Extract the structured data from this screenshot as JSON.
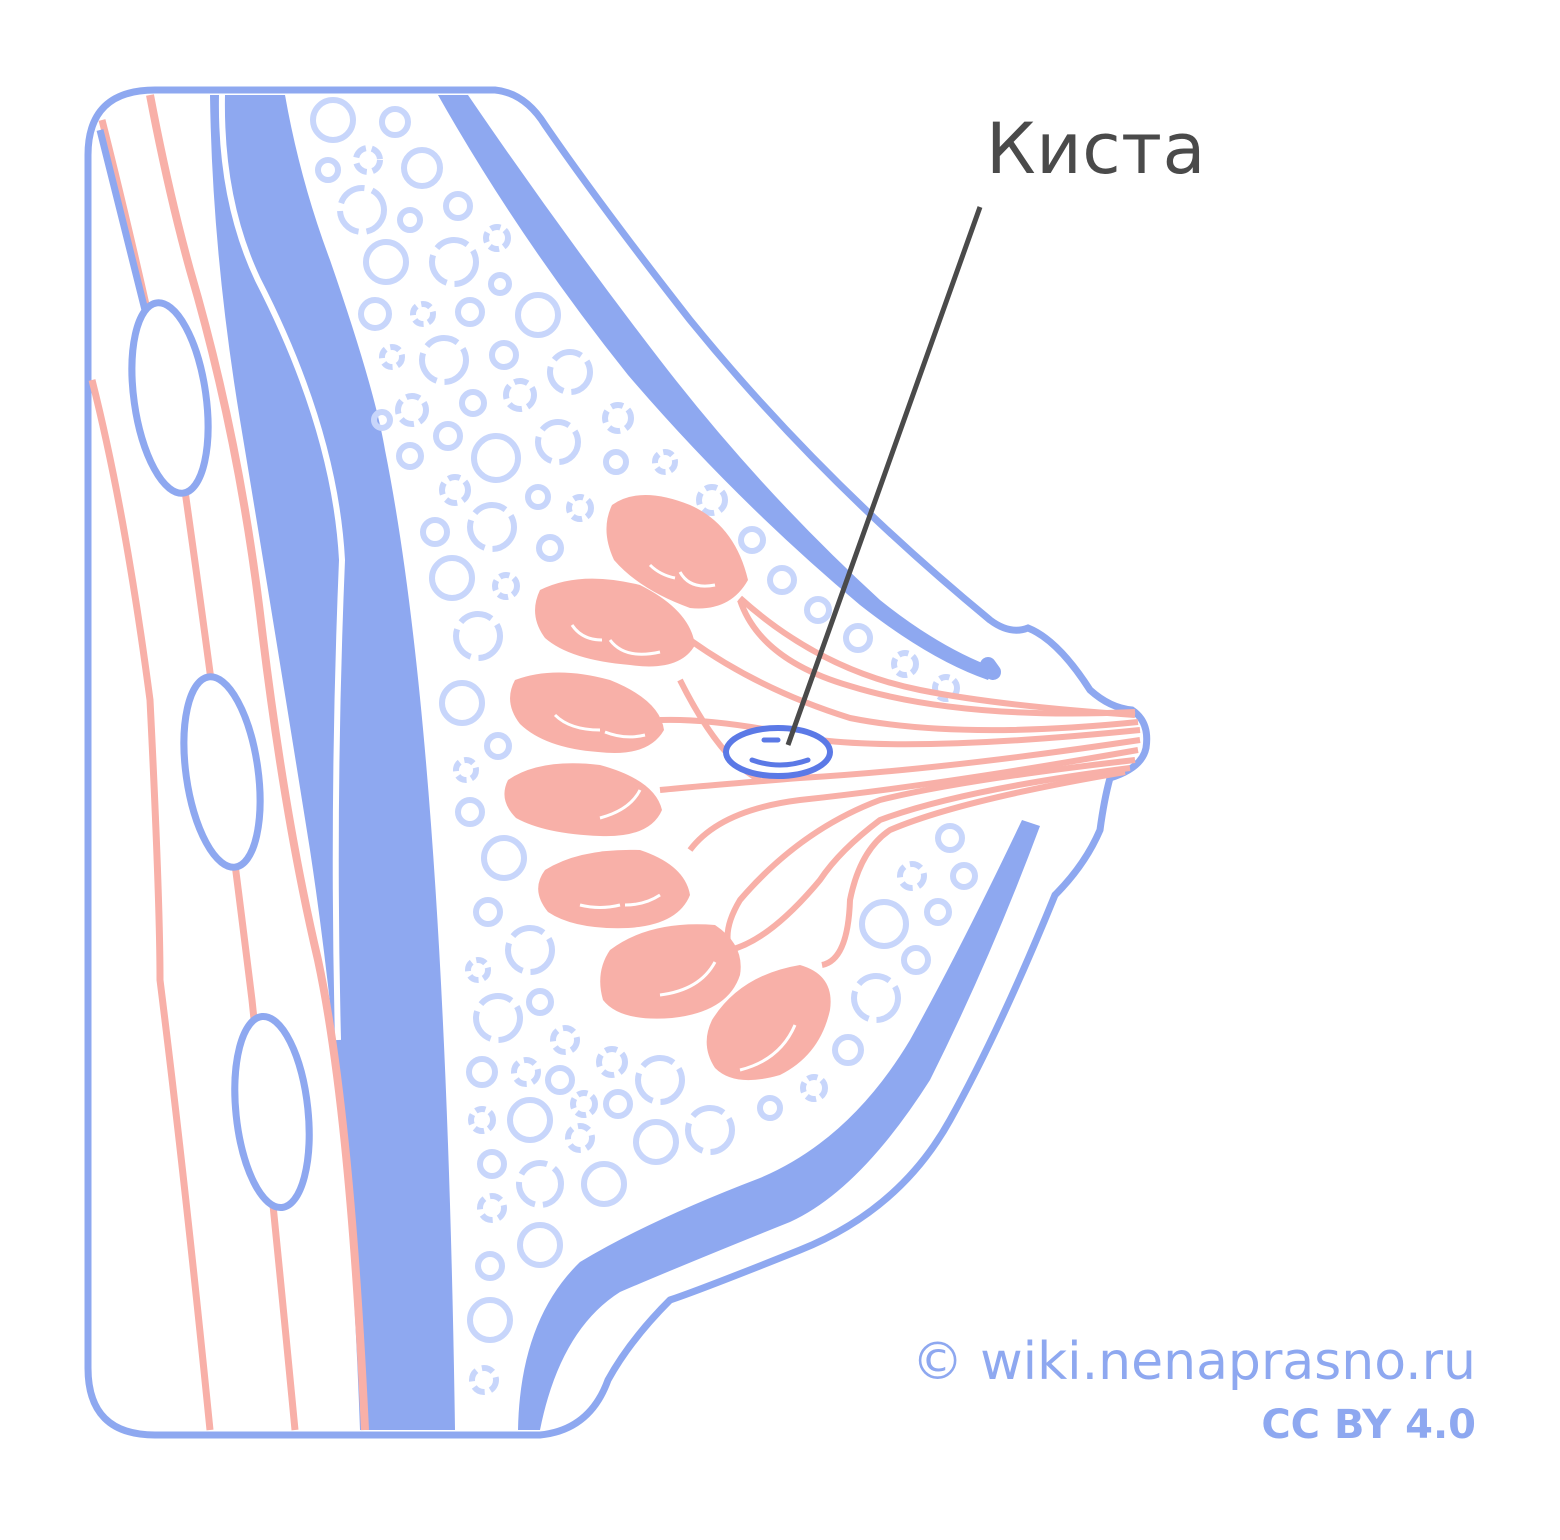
{
  "labels": {
    "cyst": "Киста"
  },
  "credits": {
    "copyright": "© wiki.nenaprasno.ru",
    "license": "CC BY 4.0"
  },
  "colors": {
    "outline_blue": "#8ea8f0",
    "fat_circle_blue": "#c8d6fb",
    "tissue_pink": "#f8b0a8",
    "cyst_blue": "#5b79e6",
    "pointer": "#4a4a4a"
  },
  "icons": {
    "copyright": "copyright-icon"
  }
}
